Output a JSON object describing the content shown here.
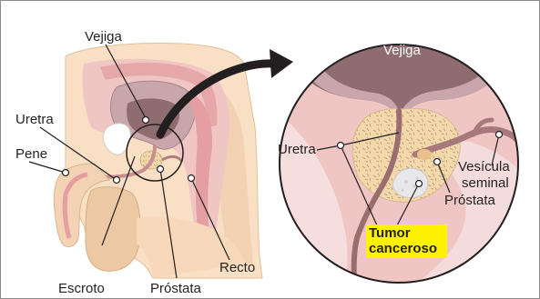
{
  "labels": {
    "vejiga_left": "Vejiga",
    "uretra_left": "Uretra",
    "pene": "Pene",
    "escroto": "Escroto",
    "prostata_left": "Próstata",
    "recto": "Recto",
    "vejiga_zoom": "Vejiga",
    "uretra_zoom": "Uretra",
    "vesicula_line1": "Vesícula",
    "vesicula_line2": "seminal",
    "prostata_zoom": "Próstata",
    "tumor_line1": "Tumor",
    "tumor_line2": "canceroso"
  },
  "colors": {
    "skin": "#f9dfc4",
    "skin_shade": "#e8c7a2",
    "tissue_pink": "#efc6c4",
    "deep_pink": "#e7a9aa",
    "bladder": "#8e6c70",
    "bladder_light": "#c8a6ab",
    "urethra": "#9b6d6f",
    "prostate": "#f2d8aa",
    "tumor": "#e8e8ea",
    "highlight": "#fff200",
    "stroke": "#231f20"
  }
}
